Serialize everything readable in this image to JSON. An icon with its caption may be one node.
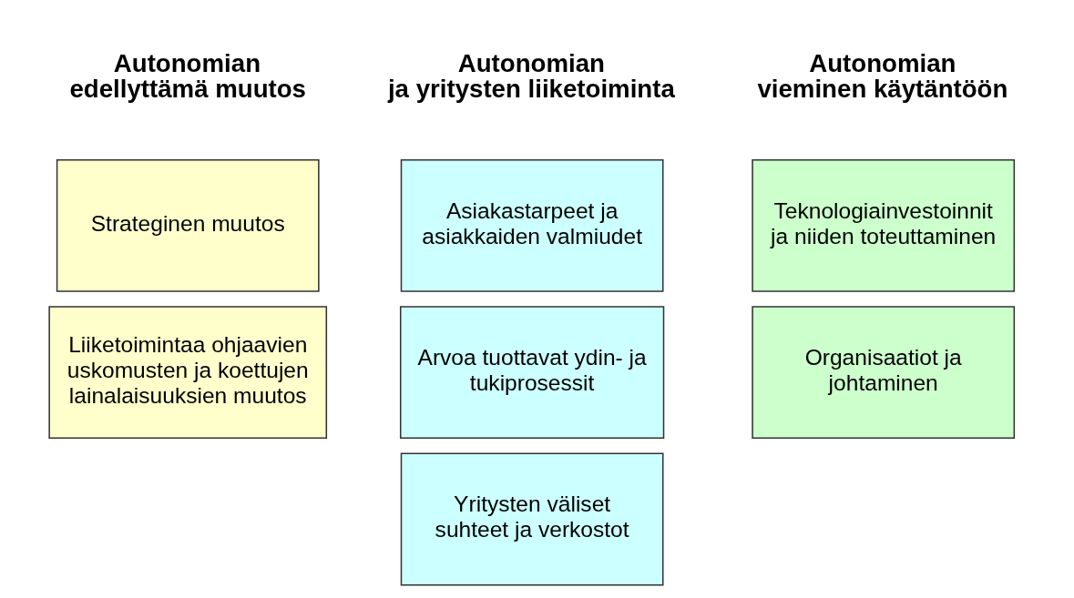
{
  "diagram": {
    "nodes": [
      {
        "text": [
          "Strateginen muutos"
        ]
      },
      {
        "text": [
          "Liiketoimintaa ohjaavien uskomusten ja koettujen lainalaisuuksien muutos"
        ]
      },
      {
        "text": [
          "Asiakastarpeet ja asiakkaiden valmiudet"
        ]
      },
      {
        "text": [
          "Arvoa tuottavat ydin- ja tukiprosessit"
        ]
      },
      {
        "text": [
          "Yritysten väliset suhteet ja verkostot"
        ]
      },
      {
        "text": [
          "Teknologiainvestoinnit ja niiden toteuttaminen"
        ]
      },
      {
        "text": [
          "Organisaatiot ja johtaminen"
        ]
      }
    ],
    "labels": [
      "Autonomian edellyttämä muutos",
      "Autonomian ja yritysten liiketoiminta",
      "Autonomian vieminen käytäntöön"
    ]
  }
}
